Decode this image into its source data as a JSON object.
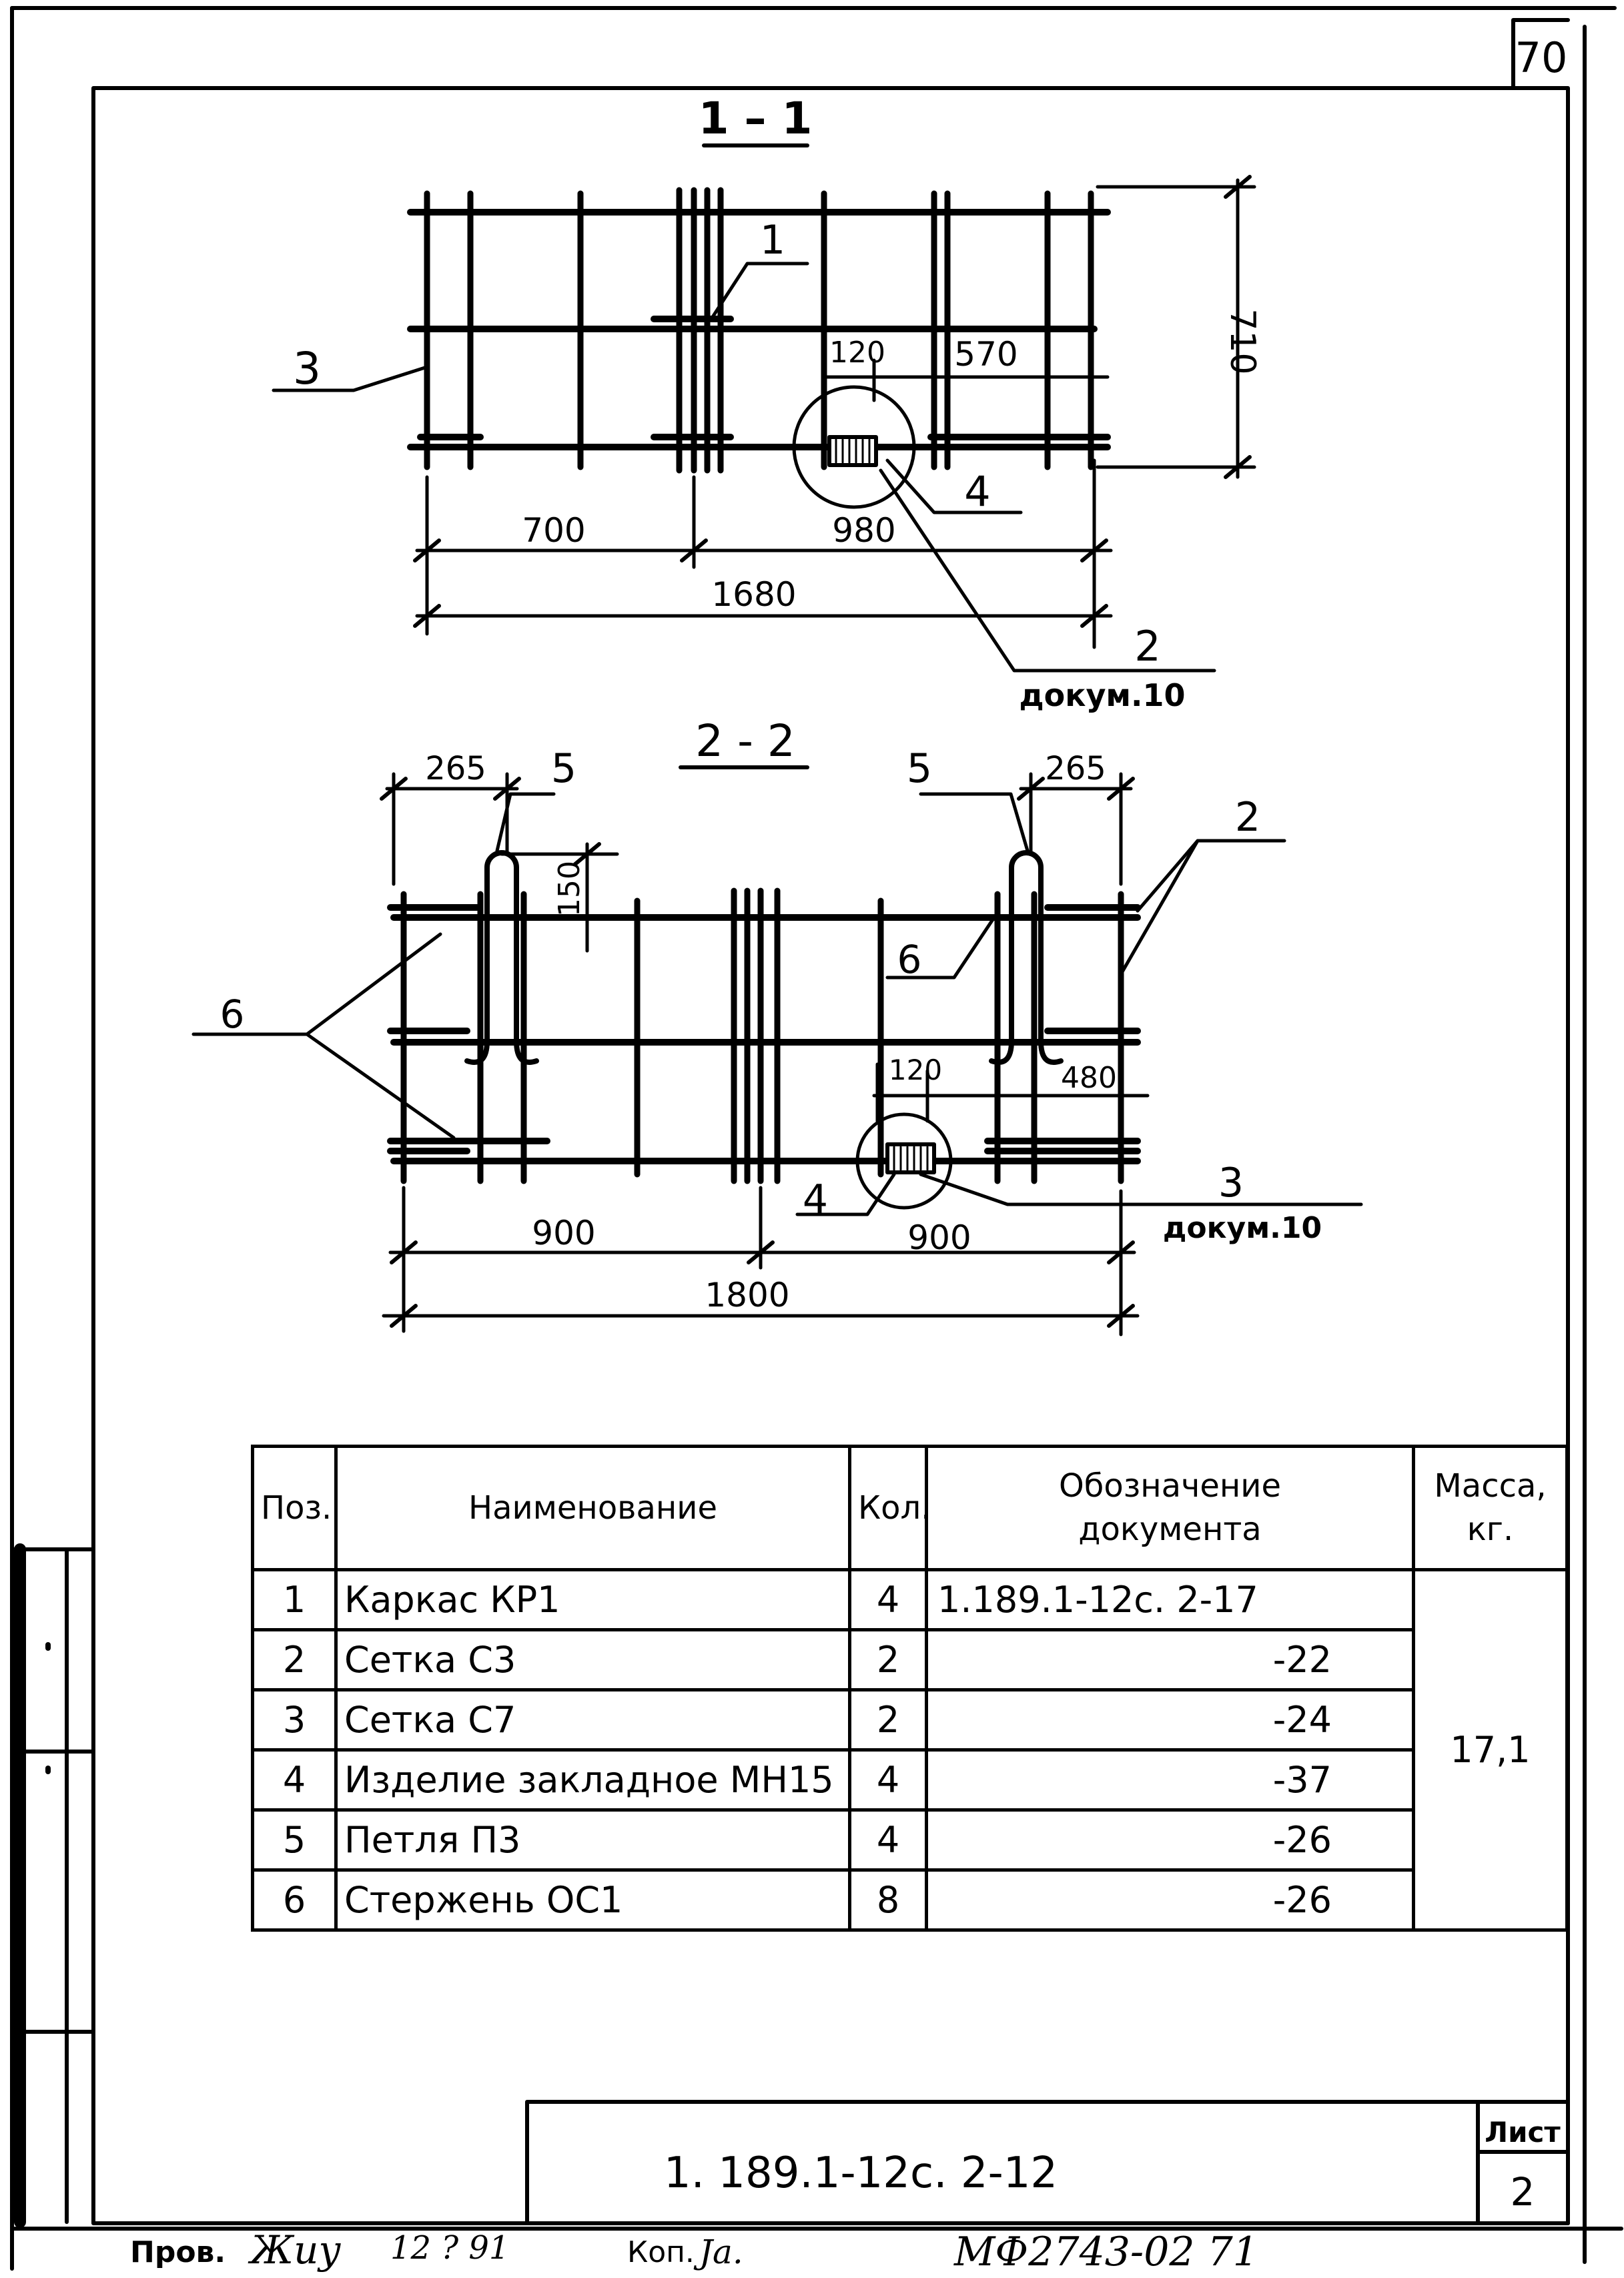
{
  "page_number": "70",
  "section_1": {
    "title": "1 – 1",
    "dims": {
      "span_left": "700",
      "span_right": "980",
      "total": "1680",
      "height": "710",
      "offset": "120",
      "inner": "570"
    },
    "callouts": {
      "frame": "1",
      "mesh": "3",
      "embedded": "4",
      "detail_num": "2",
      "detail_doc": "докум.10"
    }
  },
  "section_2": {
    "title": "2 - 2",
    "dims": {
      "left_loop": "265",
      "right_loop": "265",
      "loop_height": "150",
      "offset": "120",
      "inner": "480",
      "span_left": "900",
      "span_right": "900",
      "total": "1800"
    },
    "callouts": {
      "loop_left": "5",
      "loop_right": "5",
      "mesh": "2",
      "rod_left": "6",
      "rod_mid": "6",
      "embedded": "4",
      "detail_num": "3",
      "detail_doc": "докум.10"
    }
  },
  "spec_table": {
    "headers": {
      "pos": "Поз.",
      "name": "Наименование",
      "qty": "Кол.",
      "doc_line1": "Обозначение",
      "doc_line2": "документа",
      "mass_line1": "Масса,",
      "mass_line2": "кг."
    },
    "rows": [
      {
        "pos": "1",
        "name": "Каркас КР1",
        "qty": "4",
        "doc": "1.189.1-12с. 2-17"
      },
      {
        "pos": "2",
        "name": "Сетка  С3",
        "qty": "2",
        "doc": "-22"
      },
      {
        "pos": "3",
        "name": "Сетка  С7",
        "qty": "2",
        "doc": "-24"
      },
      {
        "pos": "4",
        "name": "Изделие закладное МН15",
        "qty": "4",
        "doc": "-37"
      },
      {
        "pos": "5",
        "name": "Петля П3",
        "qty": "4",
        "doc": "-26"
      },
      {
        "pos": "6",
        "name": "Стержень ОС1",
        "qty": "8",
        "doc": "-26"
      }
    ],
    "mass_total": "17,1"
  },
  "title_block": {
    "designation": "1. 189.1-12с. 2-12",
    "sheet_label": "Лист",
    "sheet_number": "2"
  },
  "footer": {
    "checked_label": "Пров.",
    "checked_signature": "Жиу",
    "checked_date": "12 ? 91",
    "copy_label": "Коп.",
    "copy_signature": "Ja.",
    "archive_code": "МФ2743-02  71"
  }
}
